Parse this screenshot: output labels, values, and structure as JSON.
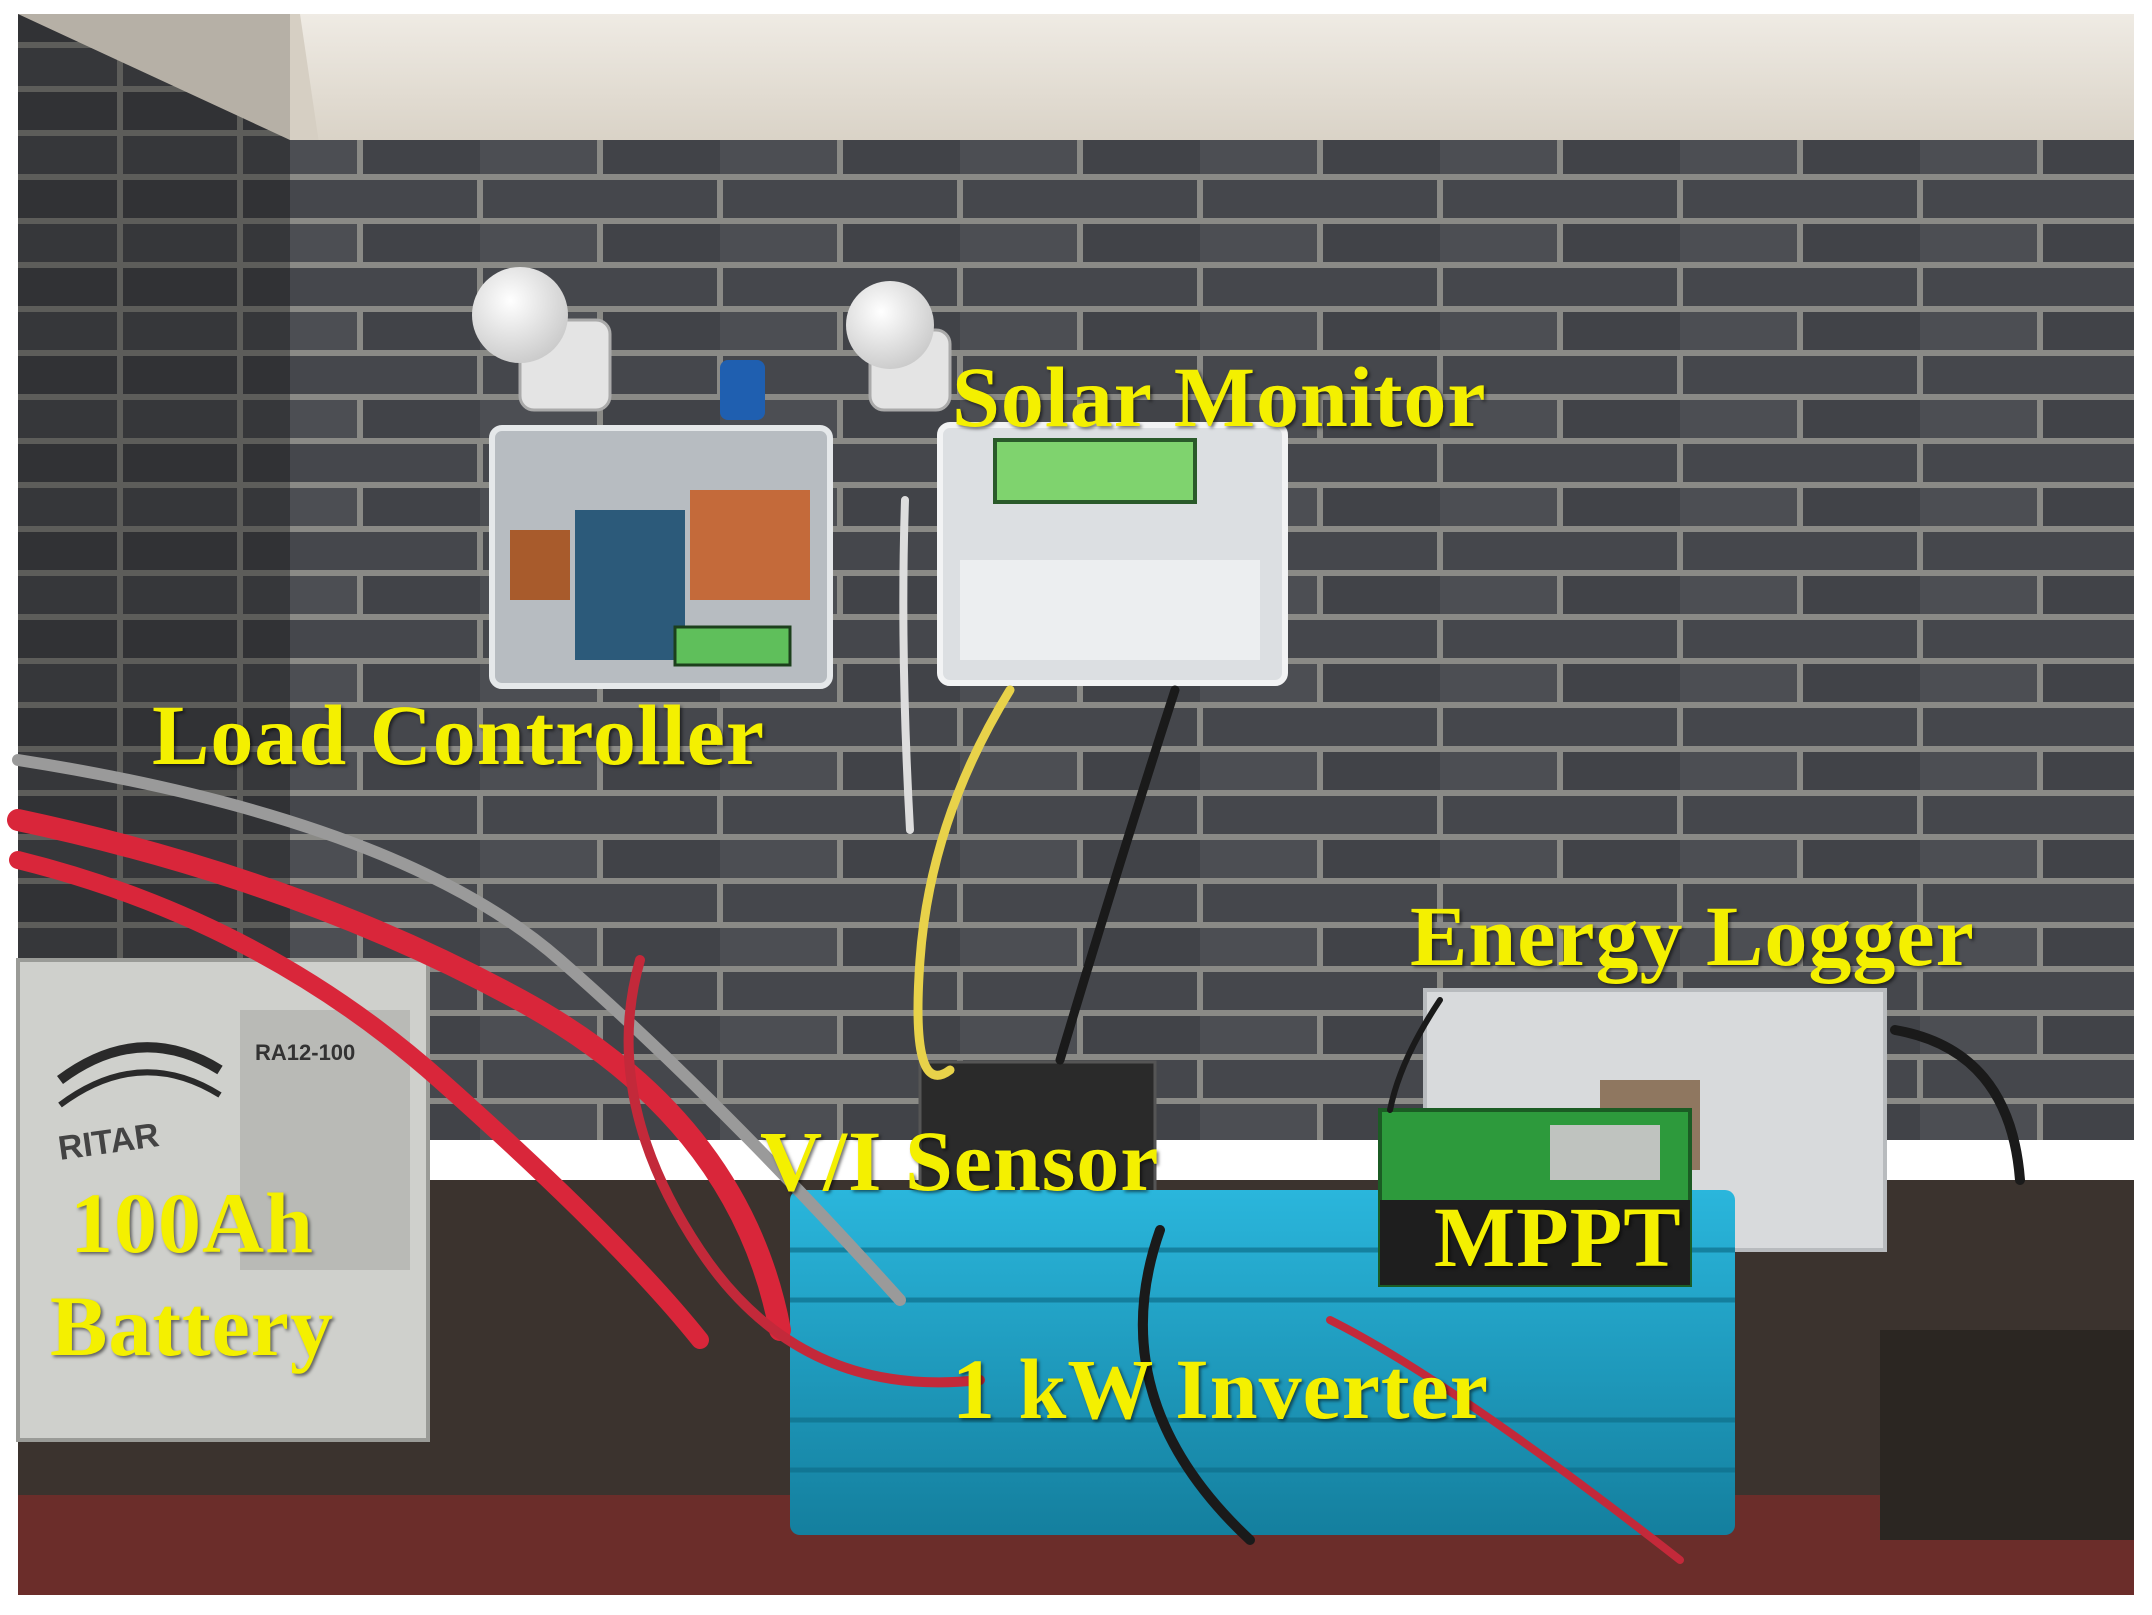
{
  "labels": {
    "solar_monitor": "Solar Monitor",
    "load_controller": "Load Controller",
    "energy_logger": "Energy Logger",
    "vi_sensor": "V/I Sensor",
    "mppt": "MPPT",
    "battery_line1": "100Ah",
    "battery_line2": "Battery",
    "inverter": "1 kW Inverter"
  },
  "battery_brand": "RITAR",
  "battery_model": "RA12-100",
  "colors": {
    "label_text": "#f4f000",
    "brick_wall": "#45474c",
    "mortar": "#8a8a86",
    "plaster": "#e9e4dc",
    "inverter_body": "#1aa3c9",
    "enclosure": "#c9ccd0",
    "lcd_green": "#7fd36e",
    "red_cable": "#d9263a",
    "yellow_cable": "#e8d24a"
  }
}
